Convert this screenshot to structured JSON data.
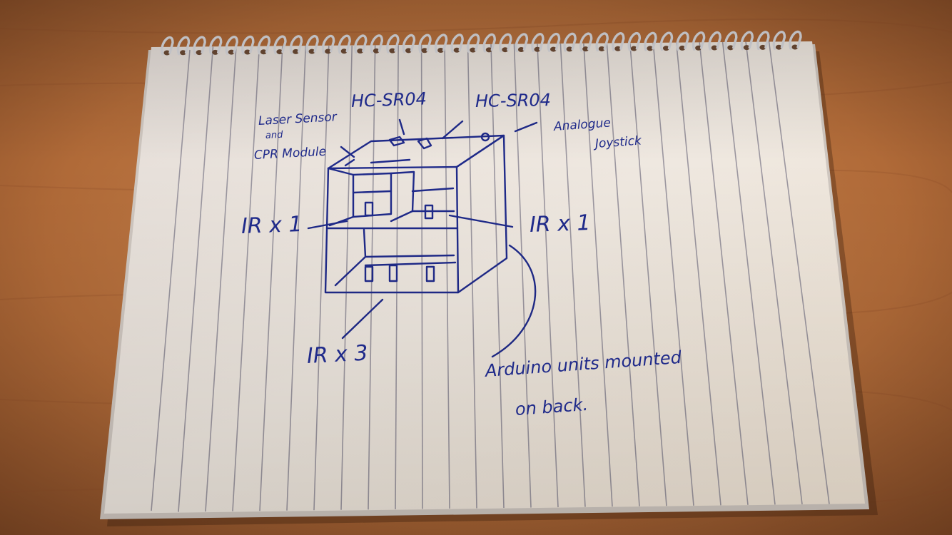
{
  "labels": {
    "hc_left": "HC-SR04",
    "hc_right": "HC-SR04",
    "laser": "Laser Sensor",
    "laser_and": "and",
    "cpr": "CPR Module",
    "analogue": "Analogue",
    "joystick": "Joystick",
    "ir_left": "IR x 1",
    "ir_right": "IR x 1",
    "ir_bottom": "IR x 3",
    "arduino_1": "Arduino units mounted",
    "arduino_2": "on back."
  },
  "colors": {
    "table": "#b86e3a",
    "paper": "#ece6df",
    "rule": "#8e8a96",
    "ink": "#1f2a8a",
    "spiral": "#d8d8dc"
  }
}
